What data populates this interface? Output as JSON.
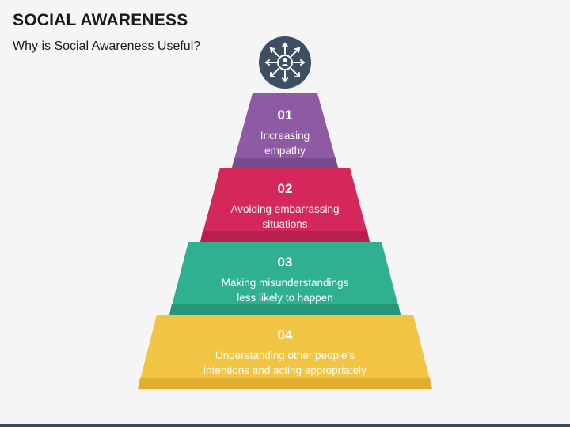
{
  "header": {
    "title": "SOCIAL AWARENESS",
    "subtitle": "Why is Social Awareness Useful?"
  },
  "top_icon": {
    "name": "people-network-icon",
    "color": "#3d4f63"
  },
  "tiers": [
    {
      "number": "01",
      "line1": "Increasing",
      "line2": "empathy",
      "color": "#8e5aa4",
      "shade": "#7a4a8f"
    },
    {
      "number": "02",
      "line1": "Avoiding embarrassing",
      "line2": "situations",
      "color": "#d4275a",
      "shade": "#b81f4c"
    },
    {
      "number": "03",
      "line1": "Making misunderstandings",
      "line2": "less likely to happen",
      "color": "#2fb08f",
      "shade": "#26967a"
    },
    {
      "number": "04",
      "line1": "Understanding other people’s",
      "line2": "intentions and acting appropriately",
      "color": "#f2c443",
      "shade": "#e0ae2f"
    }
  ]
}
